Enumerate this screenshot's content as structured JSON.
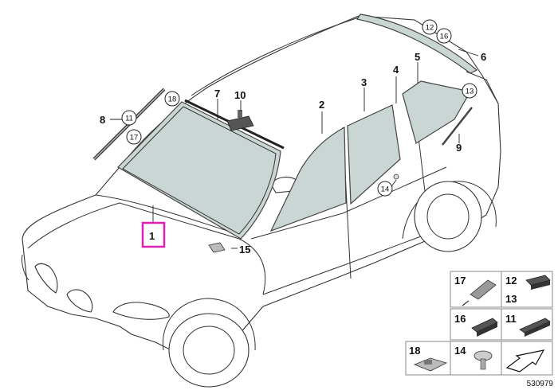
{
  "diagram_id": "530979",
  "highlight_color": "#e020b0",
  "callouts": {
    "p1": "1",
    "p2": "2",
    "p3": "3",
    "p4": "4",
    "p5": "5",
    "p6": "6",
    "p7": "7",
    "p8": "8",
    "p9": "9",
    "p10": "10",
    "p11": "11",
    "p12": "12",
    "p13": "13",
    "p14": "14",
    "p15": "15",
    "p16": "16",
    "p17": "17",
    "p18": "18"
  },
  "legend": {
    "c17": "17",
    "c12": "12",
    "c13": "13",
    "c16": "16",
    "c11": "11",
    "c18": "18",
    "c14": "14"
  }
}
